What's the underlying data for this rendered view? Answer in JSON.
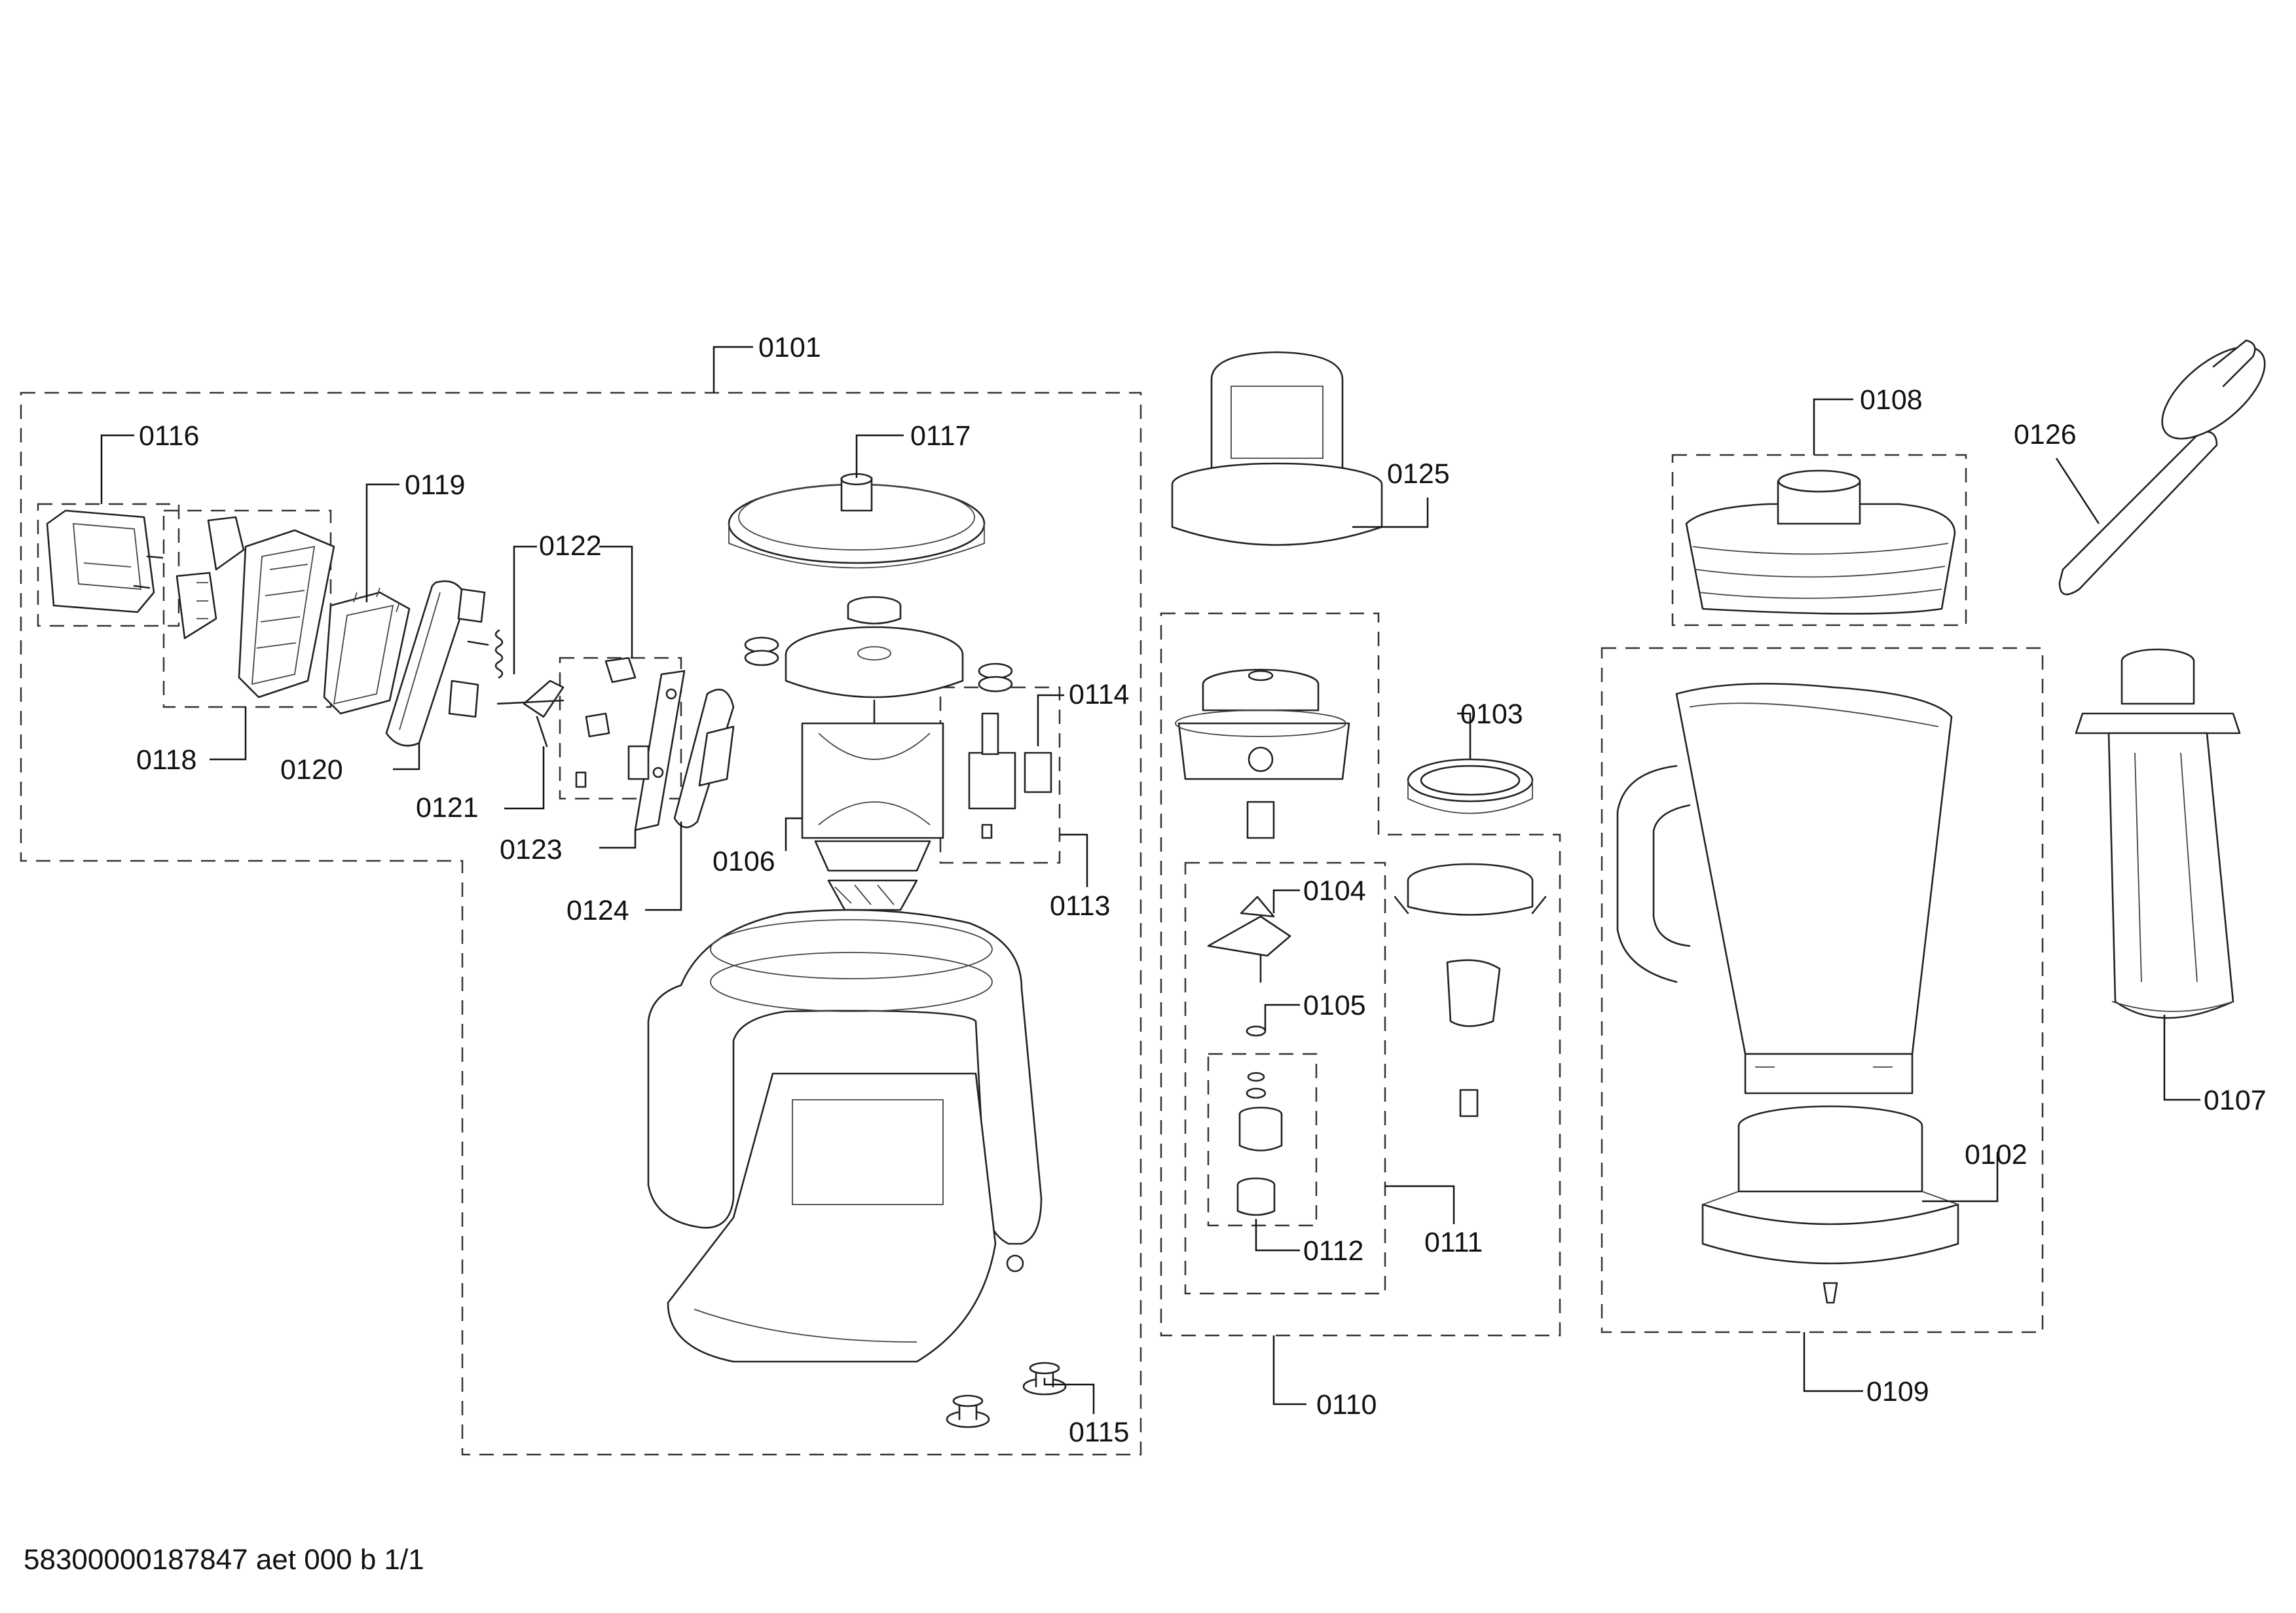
{
  "document_id": "58300000187847 aet 000 b 1/1",
  "callouts": {
    "c0101": "0101",
    "c0102": "0102",
    "c0103": "0103",
    "c0104": "0104",
    "c0105": "0105",
    "c0106": "0106",
    "c0107": "0107",
    "c0108": "0108",
    "c0109": "0109",
    "c0110": "0110",
    "c0111": "0111",
    "c0112": "0112",
    "c0113": "0113",
    "c0114": "0114",
    "c0115": "0115",
    "c0116": "0116",
    "c0117": "0117",
    "c0118": "0118",
    "c0119": "0119",
    "c0120": "0120",
    "c0121": "0121",
    "c0122": "0122",
    "c0123": "0123",
    "c0124": "0124",
    "c0125": "0125",
    "c0126": "0126"
  }
}
